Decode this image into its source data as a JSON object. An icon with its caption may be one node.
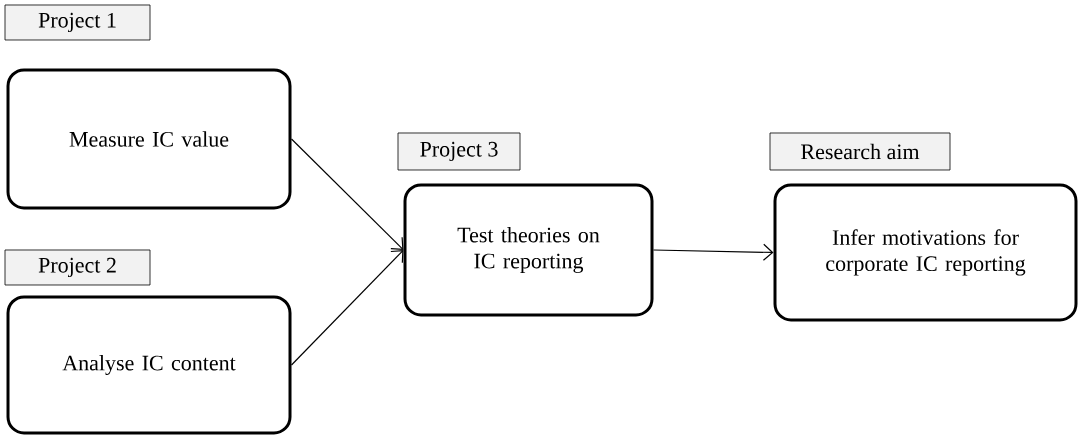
{
  "diagram": {
    "nodes": [
      {
        "text": [
          "Project 1",
          "Measure IC value"
        ]
      },
      {
        "text": [
          "Project 2",
          "Analyse IC content"
        ]
      },
      {
        "text": [
          "Project 3",
          "Test theories on IC reporting"
        ]
      },
      {
        "text": [
          "Research aim",
          "Infer motivations for corporate IC reporting"
        ]
      }
    ],
    "edges": [
      {
        "from": 0,
        "to": 2,
        "arrow": "to"
      },
      {
        "from": 1,
        "to": 2,
        "arrow": "to"
      },
      {
        "from": 2,
        "to": 3,
        "arrow": "to"
      }
    ]
  }
}
